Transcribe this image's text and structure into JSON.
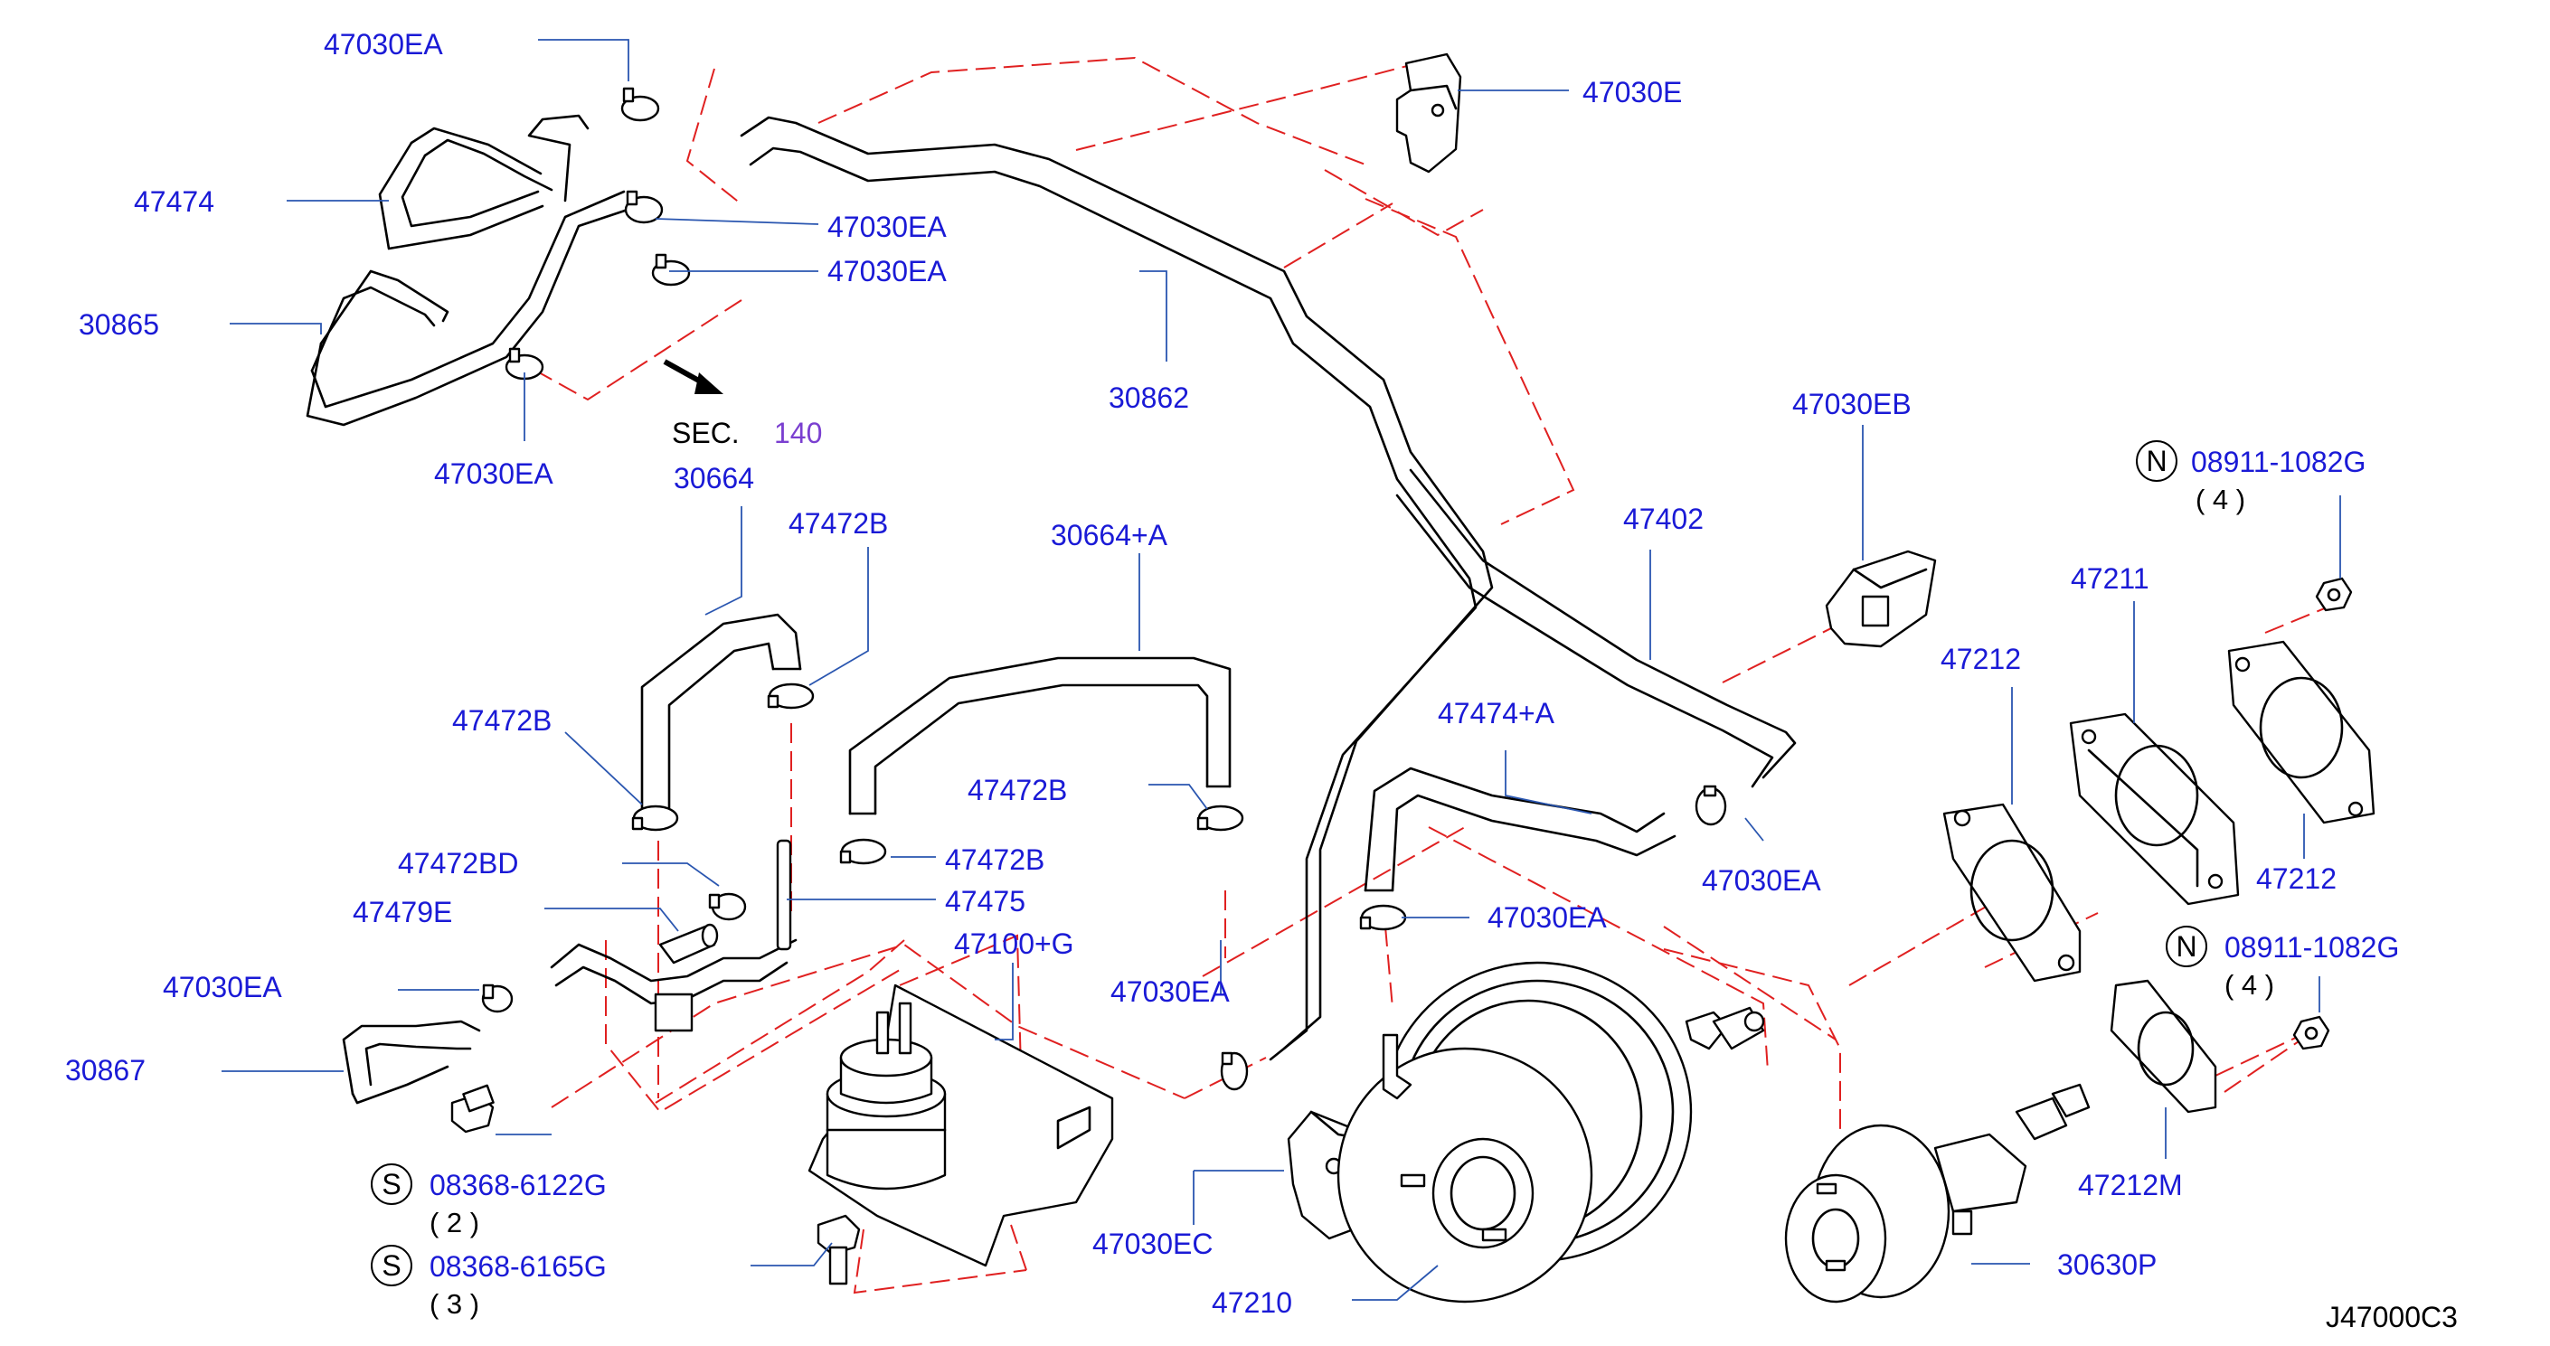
{
  "diagram": {
    "code": "J47000C3",
    "section_ref": {
      "prefix": "SEC.",
      "number": "140"
    },
    "colors": {
      "label": "#1a1ad6",
      "leader": "#2a56b0",
      "dashed": "#e02020",
      "section": "#7a3fd0",
      "parts": "#000000"
    }
  },
  "labels": {
    "l01": "47030EA",
    "l02": "47474",
    "l03": "30865",
    "l04": "47030EA",
    "l05": "47030EA",
    "l06": "47030EA",
    "l07": "30862",
    "l08": "47030E",
    "l09": "30664",
    "l10": "47472B",
    "l11": "47472B",
    "l12": "47472BD",
    "l13": "47479E",
    "l14": "47030EA",
    "l15": "30867",
    "l16": "30664+A",
    "l17": "47472B",
    "l18": "47472B",
    "l19": "47475",
    "l20": "47100+G",
    "l21": "47030EA",
    "l22": "47474+A",
    "l23": "47030EA",
    "l24": "47030EA",
    "l25": "47030EB",
    "l26": "47402",
    "l27": "47211",
    "l28": "47212",
    "l29": "47212",
    "l30": "47212M",
    "l31": "47030EC",
    "l32": "47210",
    "l33": "30630P"
  },
  "fasteners": [
    {
      "symbol": "S",
      "part": "08368-6122G",
      "qty": "( 2 )"
    },
    {
      "symbol": "S",
      "part": "08368-6165G",
      "qty": "( 3 )"
    },
    {
      "symbol": "N",
      "part": "08911-1082G",
      "qty": "( 4 )"
    },
    {
      "symbol": "N",
      "part": "08911-1082G",
      "qty": "( 4 )"
    }
  ]
}
